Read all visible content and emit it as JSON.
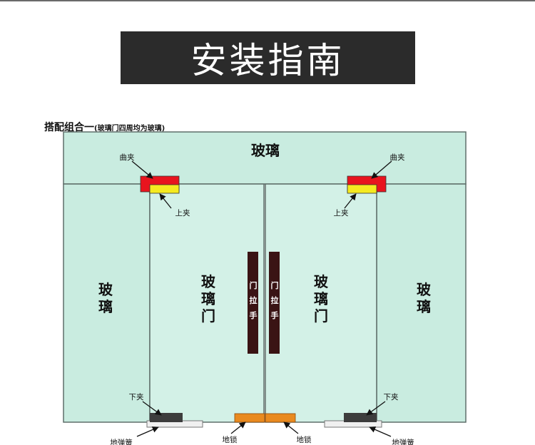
{
  "title": "安装指南",
  "subtitle": {
    "main": "搭配组合一",
    "note": "(玻璃门四周均为玻璃)"
  },
  "labels": {
    "top_glass": "玻璃",
    "side_glass": "玻璃",
    "door_glass": "玻璃门",
    "handle": "门拉手",
    "curved_clamp": "曲夹",
    "upper_clamp": "上夹",
    "lower_clamp": "下夹",
    "floor_lock": "地锁",
    "floor_spring": "地弹簧"
  },
  "colors": {
    "glass": "#c9ece0",
    "frame": "#5f6f6a",
    "curved_clamp": "#e8141e",
    "upper_clamp": "#f5ea20",
    "lower_clamp": "#3d3d3d",
    "floor_lock": "#e98a1f",
    "handle": "#3a1414"
  }
}
